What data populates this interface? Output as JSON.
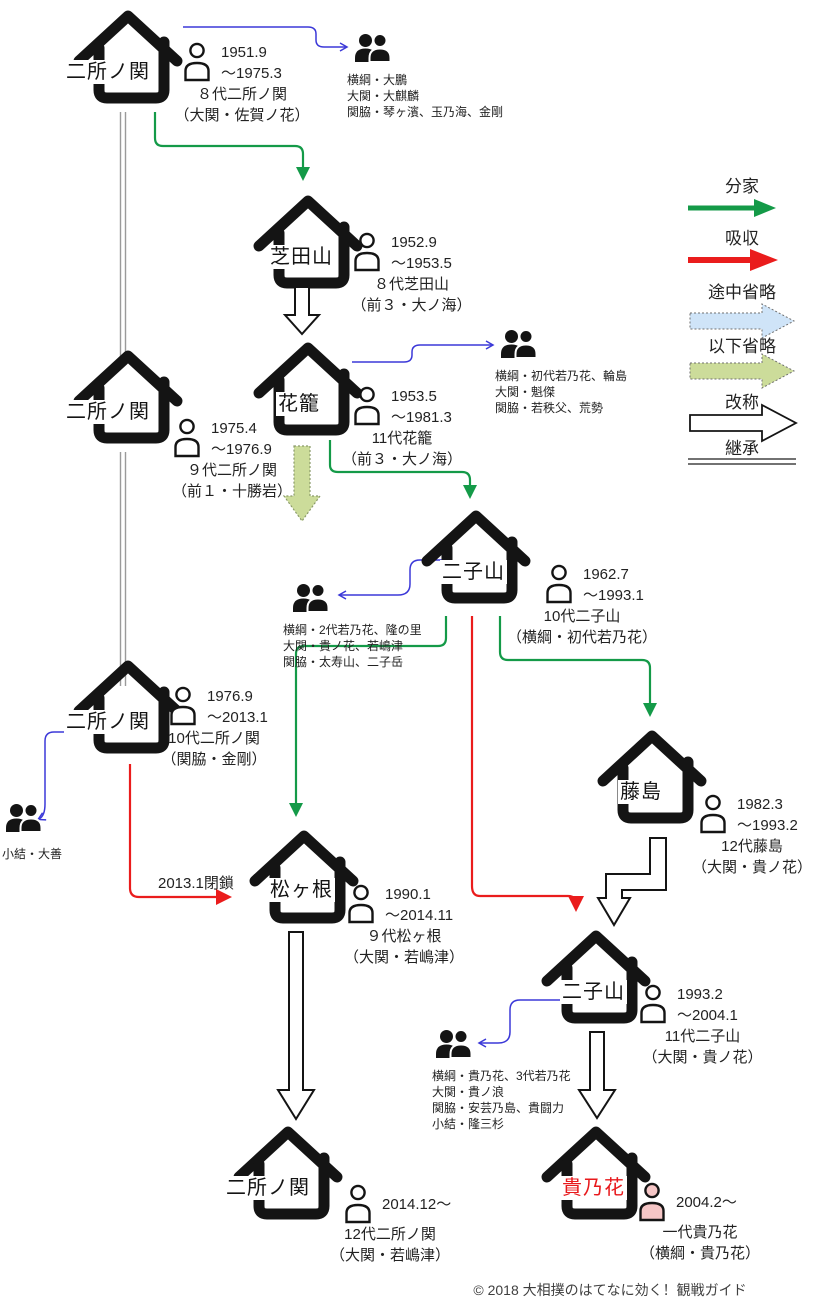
{
  "title_implicit": "二所ノ関一門の系統図",
  "houses": [
    {
      "name": "二所ノ関",
      "dates": "1951.9\n～1975.3",
      "generation": "８代二所ノ関",
      "rank": "（大関・佐賀ノ花）"
    },
    {
      "name": "芝田山",
      "dates": "1952.9\n～1953.5",
      "generation": "８代芝田山",
      "rank": "（前３・大ノ海）"
    },
    {
      "name": "二所ノ関",
      "dates": "1975.4\n～1976.9",
      "generation": "９代二所ノ関",
      "rank": "（前１・十勝岩）"
    },
    {
      "name": "花籠",
      "dates": "1953.5\n～1981.3",
      "generation": "11代花籠",
      "rank": "（前３・大ノ海）"
    },
    {
      "name": "二子山",
      "dates": "1962.7\n～1993.1",
      "generation": "10代二子山",
      "rank": "（横綱・初代若乃花）"
    },
    {
      "name": "二所ノ関",
      "dates": "1976.9\n～2013.1",
      "generation": "10代二所ノ関",
      "rank": "（関脇・金剛）"
    },
    {
      "name": "藤島",
      "dates": "1982.3\n～1993.2",
      "generation": "12代藤島",
      "rank": "（大関・貴ノ花）"
    },
    {
      "name": "松ヶ根",
      "dates": "1990.1\n～2014.11",
      "generation": "９代松ヶ根",
      "rank": "（大関・若嶋津）"
    },
    {
      "name": "二子山",
      "dates": "1993.2\n～2004.1",
      "generation": "11代二子山",
      "rank": "（大関・貴ノ花）"
    },
    {
      "name": "二所ノ関",
      "dates": "2014.12～",
      "generation": "12代二所ノ関",
      "rank": "（大関・若嶋津）"
    },
    {
      "name": "貴乃花",
      "dates": "2004.2～",
      "generation": "一代貴乃花",
      "rank": "（横綱・貴乃花）"
    }
  ],
  "rosters": [
    {
      "lines": "横綱・大鵬\n大関・大麒麟\n関脇・琴ヶ濱、玉乃海、金剛"
    },
    {
      "lines": "横綱・初代若乃花、輪島\n大関・魁傑\n関脇・若秩父、荒勢"
    },
    {
      "lines": "横綱・2代若乃花、隆の里\n大関・貴ノ花、若嶋津\n関脇・太寿山、二子岳"
    },
    {
      "lines": "小結・大善"
    },
    {
      "lines": "横綱・貴乃花、3代若乃花\n大関・貴ノ浪\n関脇・安芸乃島、貴闘力\n小結・隆三杉"
    }
  ],
  "legend": {
    "items": [
      {
        "label": "分家",
        "style": "green-arrow"
      },
      {
        "label": "吸収",
        "style": "red-arrow"
      },
      {
        "label": "途中省略",
        "style": "lightblue-block-arrow"
      },
      {
        "label": "以下省略",
        "style": "lightgreen-block-arrow"
      },
      {
        "label": "改称",
        "style": "white-block-arrow"
      },
      {
        "label": "継承",
        "style": "double-line"
      }
    ]
  },
  "annotations": {
    "closure": "2013.1閉鎖"
  },
  "footer": "© 2018 大相撲のはてなに効く！観戦ガイド",
  "colors": {
    "branch_green": "#149a48",
    "absorb_red": "#ea1c1c",
    "connector_blue": "#3b38d8",
    "omit_blue_fill": "#cfe4f8",
    "omit_green_fill": "#ccdc9a",
    "house_black": "#141414",
    "highlight_red": "#e8191c",
    "person_pink": "#f5c6c6"
  }
}
